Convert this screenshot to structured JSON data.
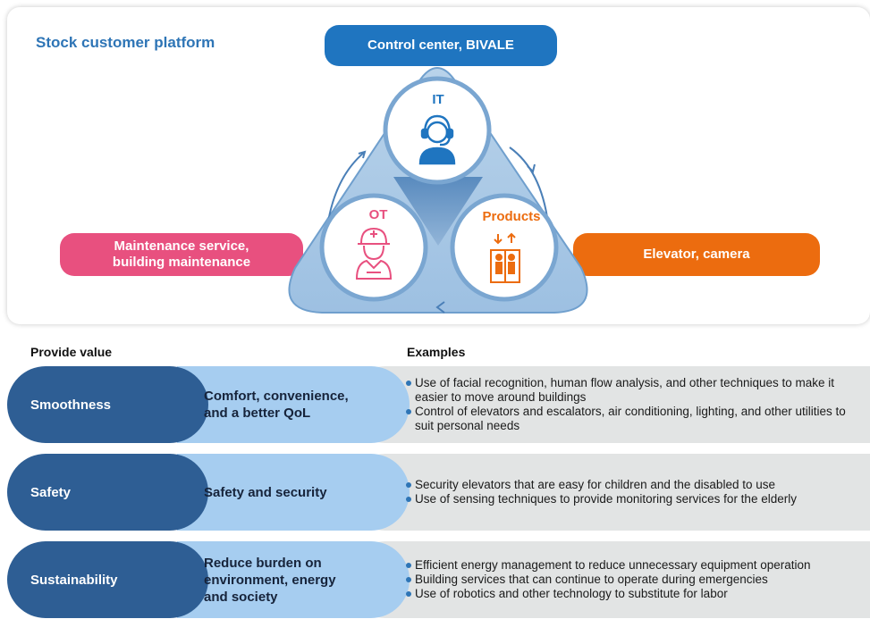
{
  "platform": {
    "title": "Stock customer platform",
    "control_center": "Control center, BIVALE",
    "maintenance_line1": "Maintenance service,",
    "maintenance_line2": "building maintenance",
    "elevator": "Elevator, camera",
    "circles": {
      "it": "IT",
      "ot": "OT",
      "products": "Products"
    },
    "icons": {
      "it": "headset-operator-icon",
      "ot": "hardhat-worker-icon",
      "products": "elevator-icon"
    }
  },
  "headers": {
    "value": "Provide value",
    "examples": "Examples"
  },
  "rows": [
    {
      "name": "Smoothness",
      "benefit_line1": "Comfort, convenience,",
      "benefit_line2": "and a better QoL",
      "benefit_line3": "",
      "examples": [
        "Use of facial recognition, human flow analysis, and other techniques to make it easier to move around buildings",
        "Control of elevators and escalators, air conditioning, lighting, and other utilities to suit personal needs"
      ]
    },
    {
      "name": "Safety",
      "benefit_line1": "Safety and security",
      "benefit_line2": "",
      "benefit_line3": "",
      "examples": [
        "Security elevators that are easy for children and the disabled to use",
        "Use of sensing techniques to provide monitoring services for the elderly"
      ]
    },
    {
      "name": "Sustainability",
      "benefit_line1": "Reduce burden on",
      "benefit_line2": "environment, energy",
      "benefit_line3": "and society",
      "examples": [
        "Efficient energy management to reduce unnecessary equipment operation",
        "Building services that can continue to operate during emergencies",
        "Use of robotics and other technology to substitute for labor"
      ]
    }
  ],
  "colors": {
    "blue": "#1f75c0",
    "pink": "#e8507f",
    "orange": "#ec6c0f",
    "dark_blue": "#2e5e94",
    "light_blue": "#a6cdf0",
    "grey": "#e2e4e4"
  }
}
